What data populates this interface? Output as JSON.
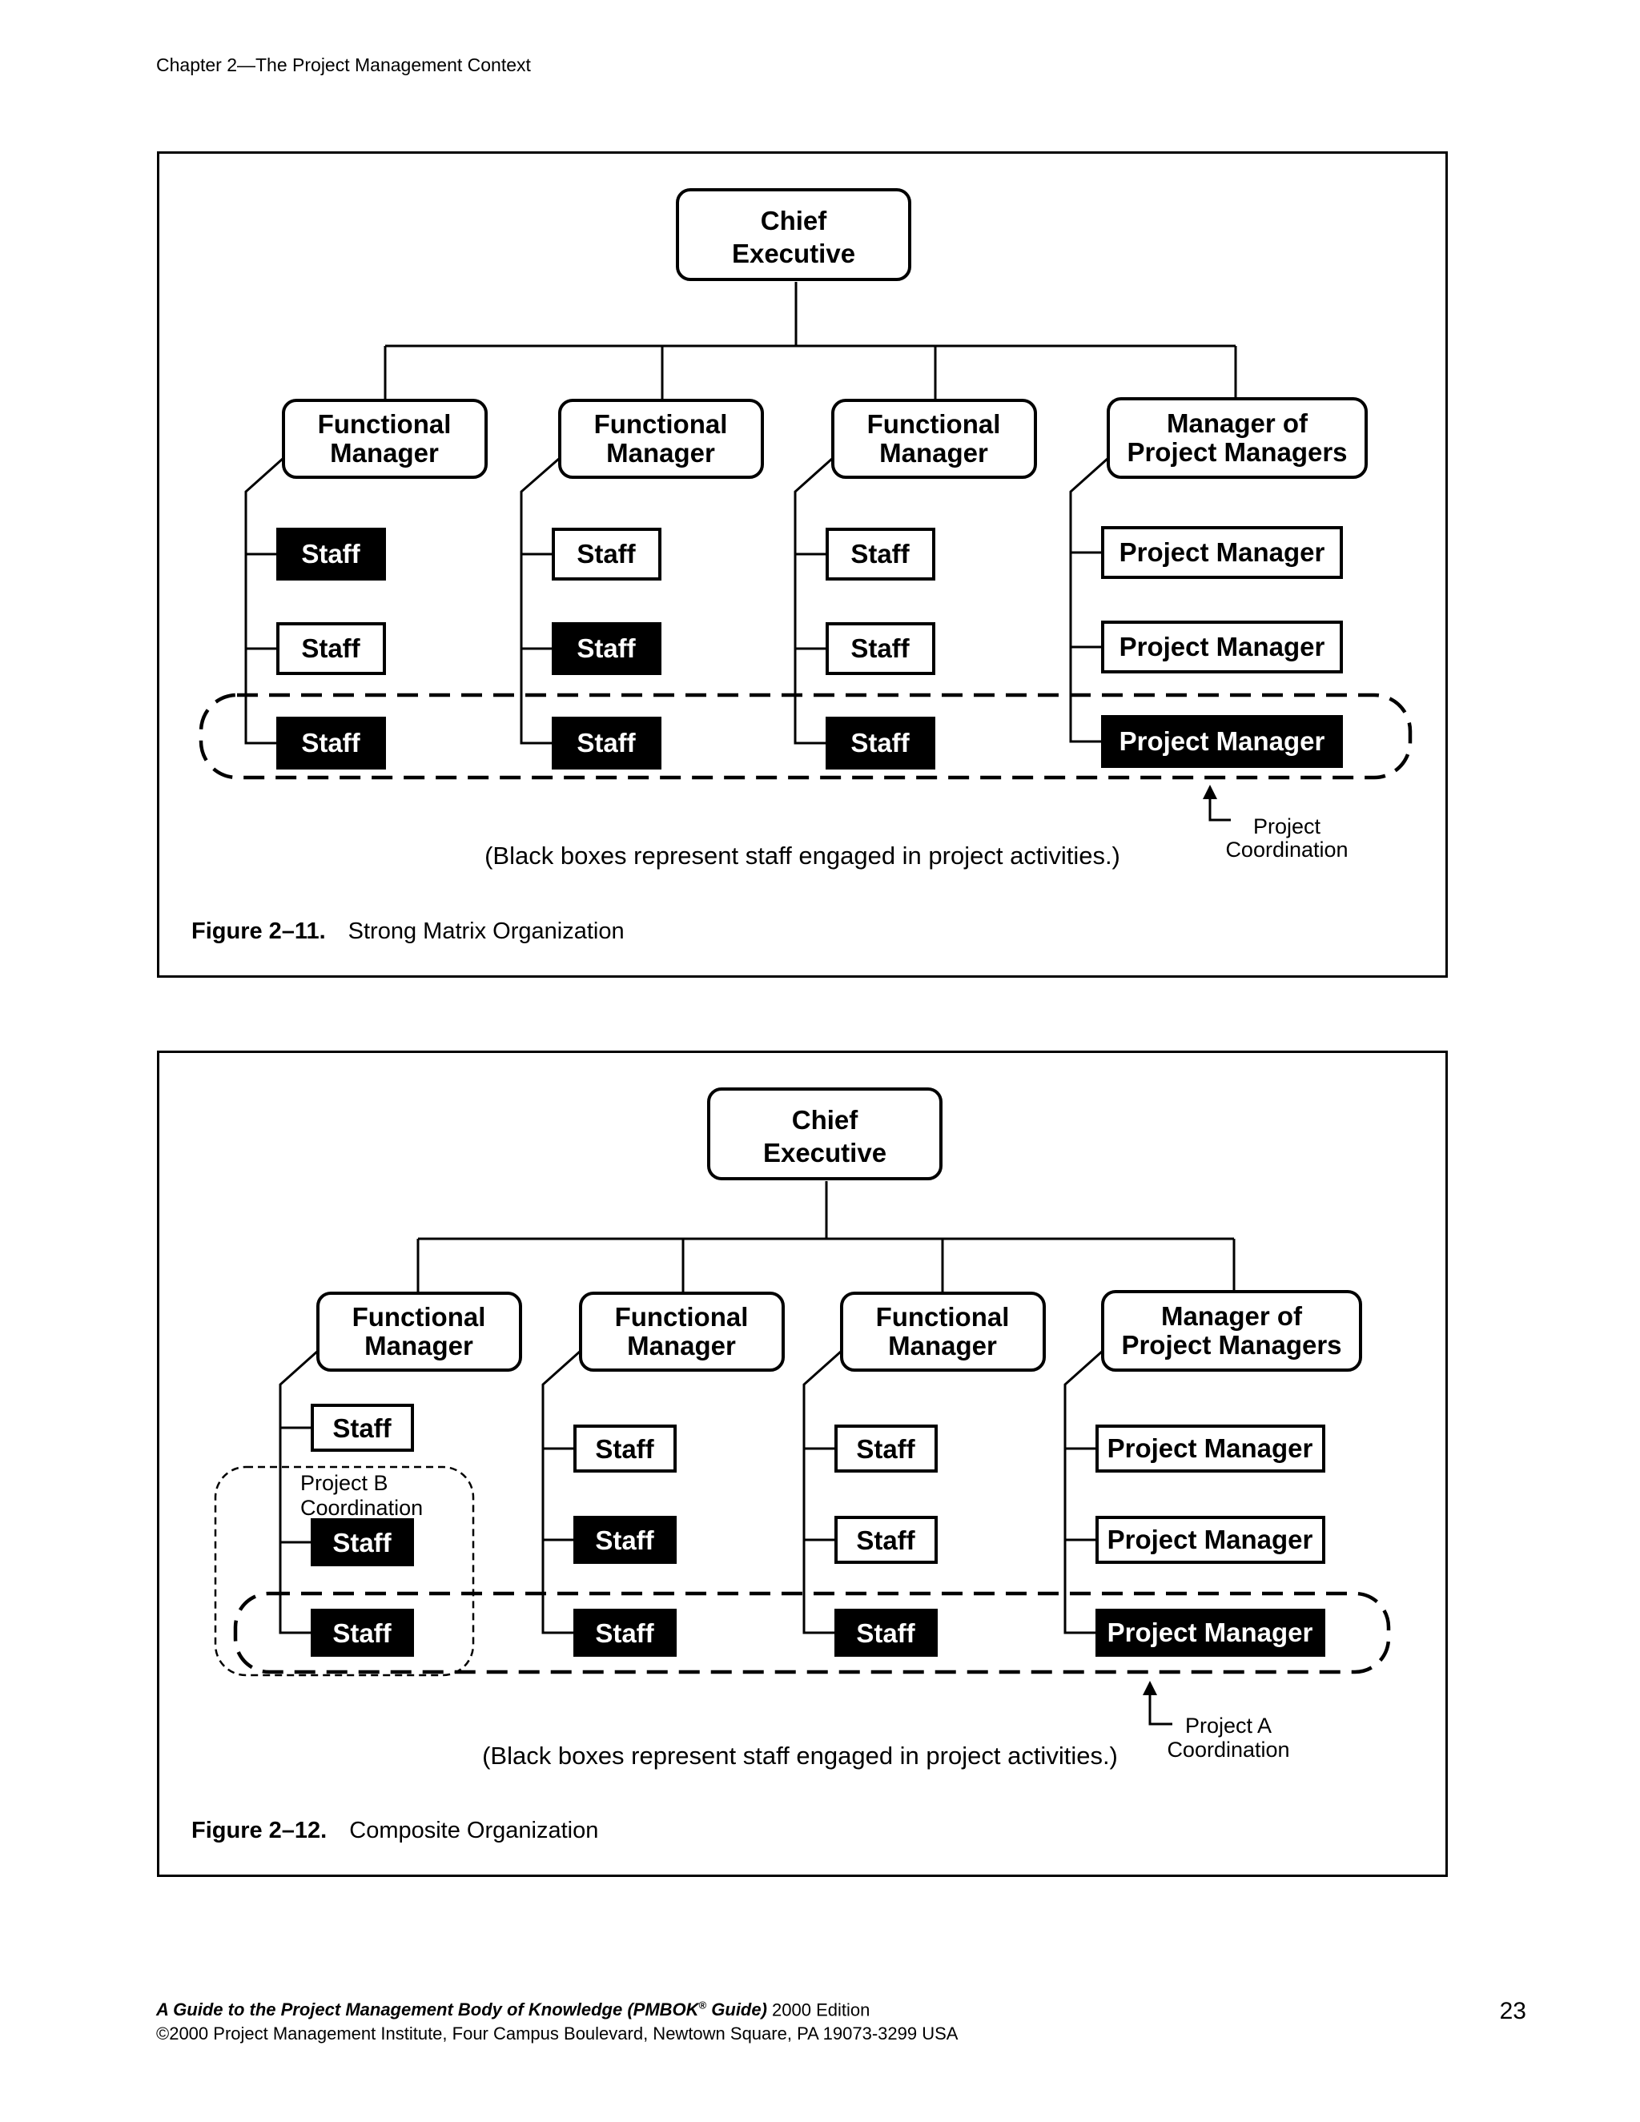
{
  "header": "Chapter 2—The Project Management Context",
  "fig11": {
    "chief": [
      "Chief",
      "Executive"
    ],
    "managers": [
      [
        "Functional",
        "Manager"
      ],
      [
        "Functional",
        "Manager"
      ],
      [
        "Functional",
        "Manager"
      ],
      [
        "Manager of",
        "Project Managers"
      ]
    ],
    "staff": "Staff",
    "pm": "Project Manager",
    "coord": [
      "Project",
      "Coordination"
    ],
    "note": "(Black boxes represent staff engaged in project activities.)",
    "fig_num": "Figure 2–11.",
    "fig_title": "Strong Matrix Organization"
  },
  "fig12": {
    "chief": [
      "Chief",
      "Executive"
    ],
    "managers": [
      [
        "Functional",
        "Manager"
      ],
      [
        "Functional",
        "Manager"
      ],
      [
        "Functional",
        "Manager"
      ],
      [
        "Manager of",
        "Project Managers"
      ]
    ],
    "staff": "Staff",
    "pm": "Project Manager",
    "coord_a": [
      "Project A",
      "Coordination"
    ],
    "coord_b": [
      "Project B",
      "Coordination"
    ],
    "note": "(Black boxes represent staff engaged in project activities.)",
    "fig_num": "Figure 2–12.",
    "fig_title": "Composite Organization"
  },
  "footer": {
    "line1_italic": "A Guide to the Project Management Body of Knowledge (PMBOK",
    "reg": "®",
    "line1_italic2": " Guide)",
    "line1_rest": " 2000 Edition",
    "line2": "©2000 Project Management Institute, Four Campus Boulevard, Newtown Square, PA 19073-3299 USA"
  },
  "page_number": "23"
}
